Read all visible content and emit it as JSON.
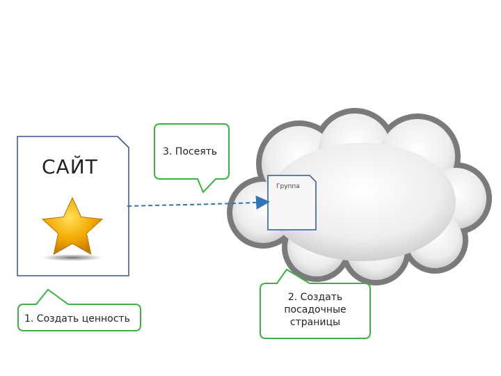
{
  "site": {
    "title": "САЙТ",
    "icon": "star-icon"
  },
  "group": {
    "label": "Группа"
  },
  "callouts": {
    "step3": "3. Посеять",
    "step1": "1. Создать ценность",
    "step2_line1": "2. Создать",
    "step2_line2": "посадочные",
    "step2_line3": "страницы"
  },
  "colors": {
    "callout_border": "#3cb043",
    "document_border": "#2f5597",
    "arrow": "#2e75b6",
    "cloud_fill": "#e8e8e8",
    "cloud_border": "#7a7a7a",
    "star": "#f0a800"
  }
}
